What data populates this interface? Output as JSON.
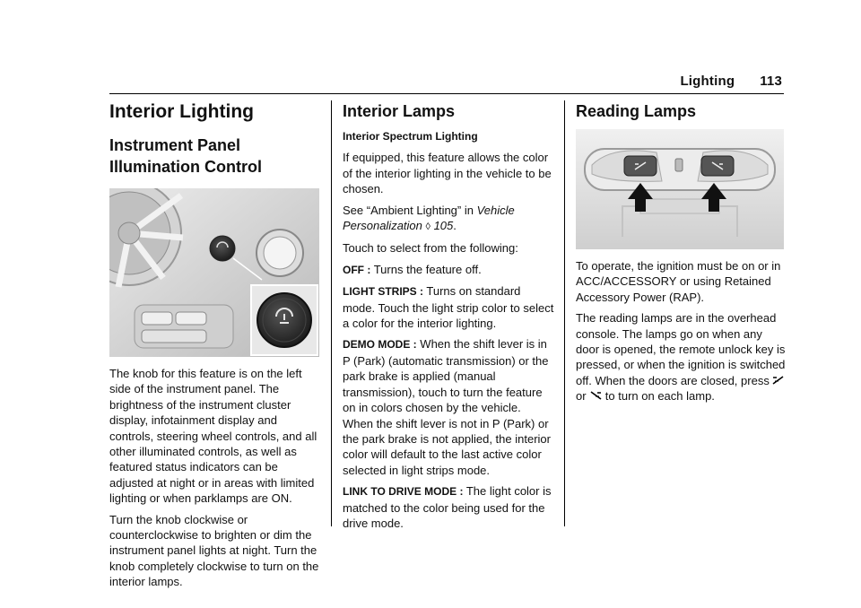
{
  "header": {
    "section": "Lighting",
    "page_number": "113"
  },
  "col1": {
    "title": "Interior Lighting",
    "subtitle": "Instrument Panel Illumination Control",
    "p1": "The knob for this feature is on the left side of the instrument panel. The brightness of the instrument cluster display, infotainment display and controls, steering wheel controls, and all other illuminated controls, as well as featured status indicators can be adjusted at night or in areas with limited lighting or when parklamps are ON.",
    "p2": "Turn the knob clockwise or counterclockwise to brighten or dim the instrument panel lights at night. Turn the knob completely clockwise to turn on the interior lamps."
  },
  "col2": {
    "title": "Interior Lamps",
    "subhead": "Interior Spectrum Lighting",
    "p1": "If equipped, this feature allows the color of the interior lighting in the vehicle to be chosen.",
    "see_prefix": "See “Ambient Lighting” in ",
    "see_link": "Vehicle Personalization",
    "see_symbol": "◊",
    "see_page": "105",
    "see_suffix": ".",
    "p2": "Touch to select from the following:",
    "defs": [
      {
        "term": "OFF :",
        "text": "Turns the feature off."
      },
      {
        "term": "LIGHT STRIPS :",
        "text": "Turns on standard mode. Touch the light strip color to select a color for the interior lighting."
      },
      {
        "term": "DEMO MODE :",
        "text": "When the shift lever is in P (Park) (automatic transmission) or the park brake is applied (manual transmission), touch to turn the feature on in colors chosen by the vehicle. When the shift lever is not in P (Park) or the park brake is not applied, the interior color will default to the last active color selected in light strips mode."
      },
      {
        "term": "LINK TO DRIVE MODE :",
        "text": "The light color is matched to the color being used for the drive mode."
      }
    ]
  },
  "col3": {
    "title": "Reading Lamps",
    "p1": "To operate, the ignition must be on or in ACC/ACCESSORY or using Retained Accessory Power (RAP).",
    "p2_a": "The reading lamps are in the overhead console. The lamps go on when any door is opened, the remote unlock key is pressed, or when the ignition is switched off. When the doors are closed, press ",
    "p2_or": " or ",
    "p2_b": " to turn on each lamp.",
    "icons": [
      "left-reading-lamp-icon",
      "right-reading-lamp-icon"
    ]
  }
}
